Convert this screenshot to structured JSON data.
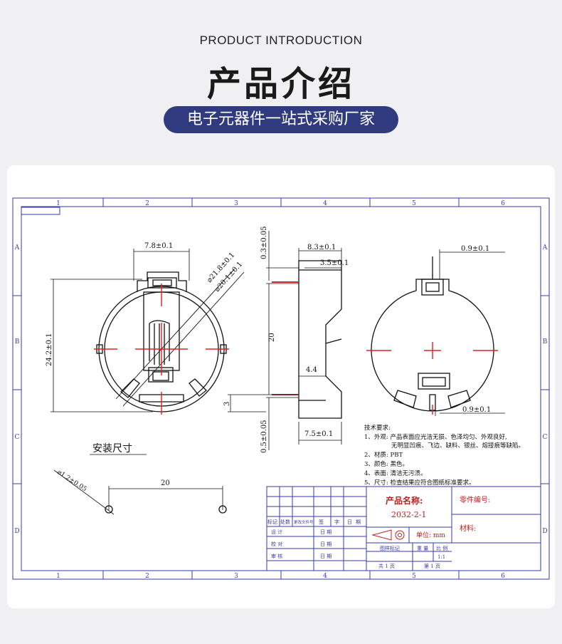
{
  "header": {
    "subtitle_en": "PRODUCT INTRODUCTION",
    "title_cn": "产品介绍",
    "tagline": "电子元器件一站式采购厂家"
  },
  "colors": {
    "frame": "#3a3aa8",
    "center_mark": "#e02020",
    "pill": "#303b7f"
  },
  "drawing": {
    "col_labels": [
      "1",
      "2",
      "3",
      "4",
      "5",
      "6"
    ],
    "row_labels": [
      "A",
      "B",
      "C",
      "D"
    ],
    "dims": {
      "top_width": "7.8±0.1",
      "dia_outer": "⌀21.8±0.1",
      "dia_inner": "⌀20.1±0.1",
      "height": "24.2±0.1",
      "side_top": "0.3±0.05",
      "side_width": "8.3±0.1",
      "side_inner": "3.5±0.1",
      "side_body": "20",
      "side_44": "4.4",
      "side_3": "3",
      "side_bottom_w": "7.5±0.1",
      "side_bottom_t": "0.5±0.05",
      "back_top": "0.9±0.1",
      "back_bottom": "0.9±0.1",
      "pin_dia": "⌀1.2±0.05",
      "pin_spacing": "20"
    },
    "install_label": "安装尺寸",
    "tech": {
      "title": "技术要求:",
      "lines": [
        "1、外观: 产品表面应光洁无损、色泽均匀、外观良好,",
        "无明显凹痕、飞边、缺料、银丝、熔接痕等缺陷。",
        "2、材质: PBT",
        "3、颜色: 黑色。",
        "4、表面: 清洁无污渍。",
        "5、尺寸: 检查结果应符合图纸标准要求。"
      ]
    },
    "title_block": {
      "name_label": "产品名称:",
      "name_value": "2032-2-1",
      "part_no_label": "零件编号:",
      "material_label": "材料:",
      "unit_label": "单位: mm",
      "rev_headers": [
        "标记",
        "处数",
        "更改文件号",
        "签",
        "字",
        "日",
        "期"
      ],
      "row_labels": [
        "设 计",
        "校 对",
        "审 核"
      ],
      "date_label": "日 期",
      "stage_label": "图样标记",
      "weight_label": "重 量",
      "scale_label": "比 例",
      "scale_value": "1:1",
      "sheets_total": "共 1 页",
      "sheet_no": "第 1 页"
    }
  }
}
